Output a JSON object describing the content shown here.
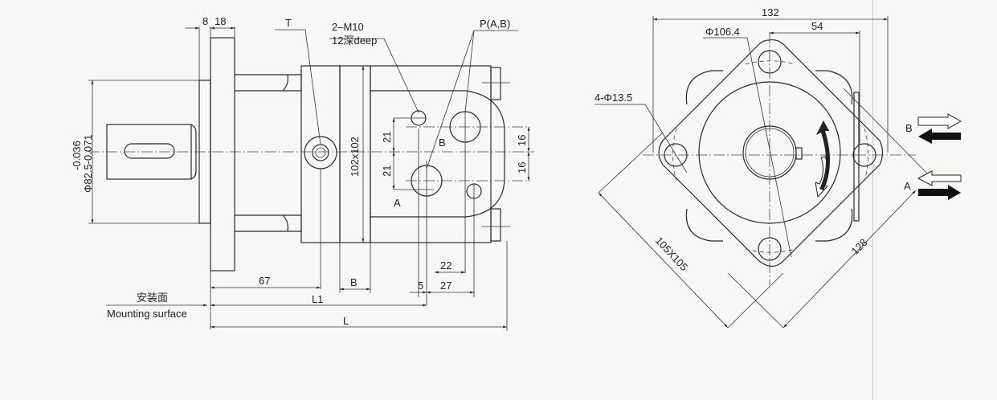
{
  "title": "Hydraulic motor outline dimensions",
  "side_view": {
    "labels": {
      "dim_8": "8",
      "dim_18": "18",
      "T": "T",
      "bolt": "2–M10",
      "bolt_depth": "12深deep",
      "ports": "P(A,B)",
      "tol_upper": "-0.036",
      "shaft_dia": "Φ82.5-0.071",
      "body_size": "102x102",
      "dim_21a": "21",
      "dim_21b": "21",
      "dim_16a": "16",
      "dim_16b": "16",
      "port_B": "B",
      "port_A": "A",
      "dim_67": "67",
      "dim_B": "B",
      "dim_5": "5",
      "dim_22": "22",
      "dim_27": "27",
      "dim_L1": "L1",
      "dim_L": "L",
      "mount_cn": "安装面",
      "mount_en": "Mounting surface"
    }
  },
  "front_view": {
    "labels": {
      "dim_132": "132",
      "dim_54": "54",
      "pcd": "Φ106.4",
      "holes": "4-Φ13.5",
      "square": "105X105",
      "diag": "128",
      "flow_B": "B",
      "flow_A": "A"
    }
  }
}
